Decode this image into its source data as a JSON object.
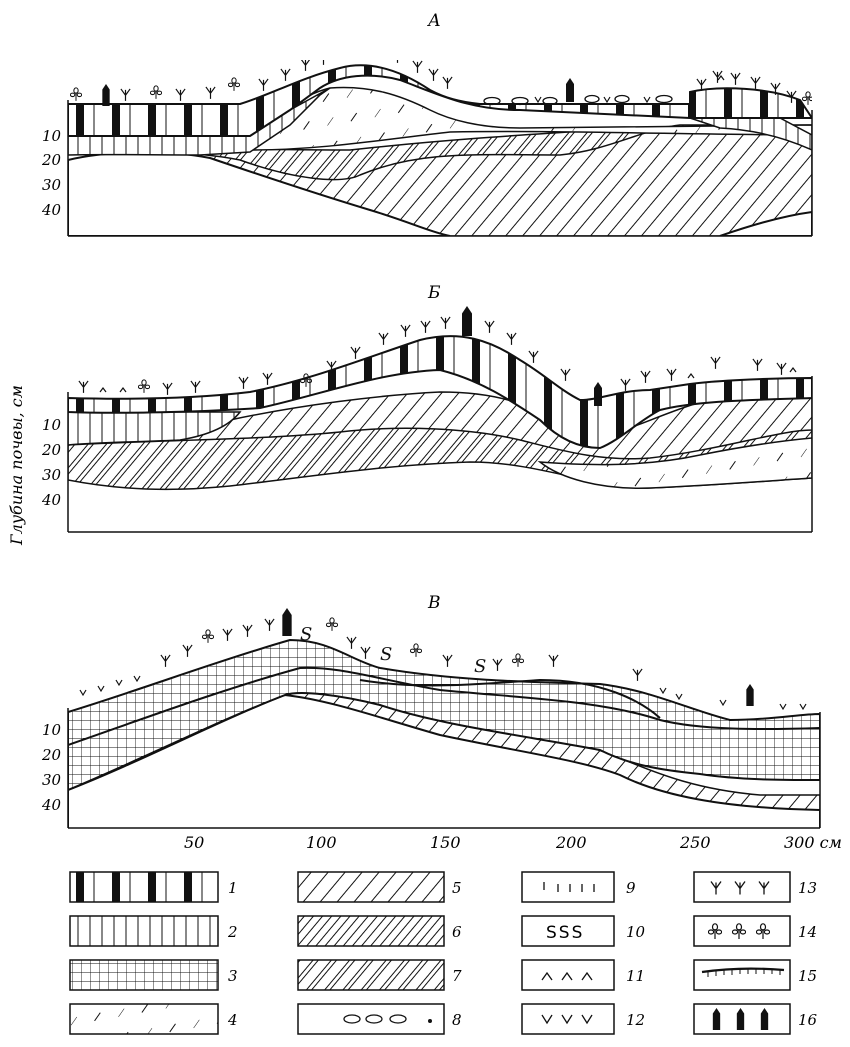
{
  "profiles": [
    {
      "label": "А",
      "depth_ticks": [
        "10",
        "20",
        "30",
        "40"
      ]
    },
    {
      "label": "Б",
      "depth_ticks": [
        "10",
        "20",
        "30",
        "40"
      ]
    },
    {
      "label": "В",
      "depth_ticks": [
        "10",
        "20",
        "30",
        "40"
      ]
    }
  ],
  "y_axis_label": "Глубина почвы, см",
  "x_axis": {
    "ticks": [
      "50",
      "100",
      "150",
      "200",
      "250",
      "300 см"
    ]
  },
  "legend": [
    {
      "num": "1",
      "pattern": "black-vertical-bars"
    },
    {
      "num": "2",
      "pattern": "vertical-lines"
    },
    {
      "num": "3",
      "pattern": "grid"
    },
    {
      "num": "4",
      "pattern": "sparse-dashed-diagonal"
    },
    {
      "num": "5",
      "pattern": "diagonal-hatch"
    },
    {
      "num": "6",
      "pattern": "dense-diagonal-hatch"
    },
    {
      "num": "7",
      "pattern": "double-diagonal-hatch"
    },
    {
      "num": "8",
      "pattern": "ovals",
      "text": "○○○ ."
    },
    {
      "num": "9",
      "pattern": "ticks",
      "text": "ı ı ı ı ı"
    },
    {
      "num": "10",
      "pattern": "letters",
      "text": "SSS"
    },
    {
      "num": "11",
      "pattern": "carets",
      "text": "^ ^ ^"
    },
    {
      "num": "12",
      "pattern": "vees",
      "text": "v v v"
    },
    {
      "num": "13",
      "pattern": "grass-icon"
    },
    {
      "num": "14",
      "pattern": "leafy-plant-icon"
    },
    {
      "num": "15",
      "pattern": "toothed-line"
    },
    {
      "num": "16",
      "pattern": "black-post-icon"
    }
  ]
}
